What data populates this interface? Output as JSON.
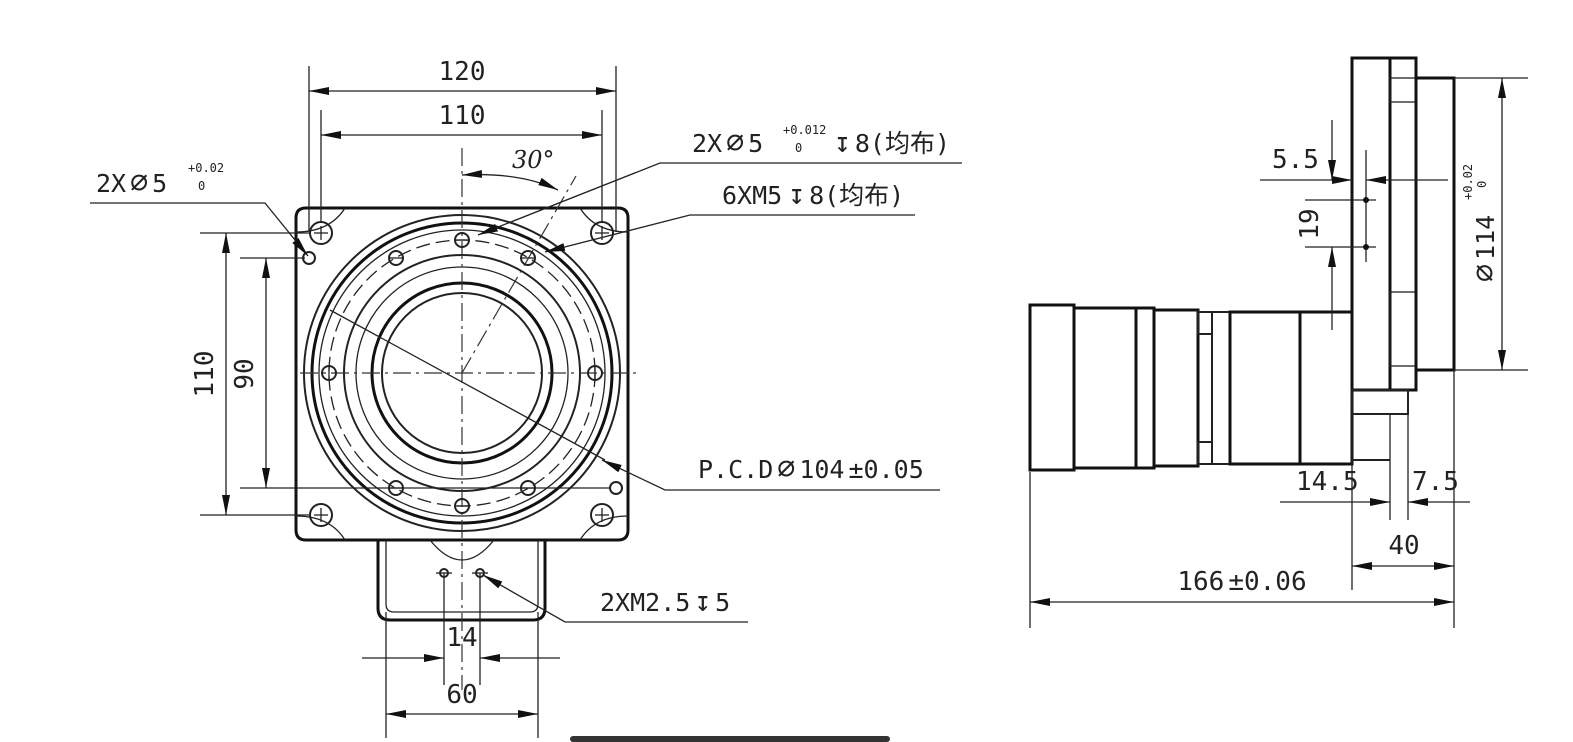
{
  "front_view": {
    "dim_width_outer": "120",
    "dim_width_inner": "110",
    "dim_height_outer": "110",
    "dim_height_inner": "90",
    "angle": "30°",
    "dowel_holes": "2X",
    "dowel_dia": "5",
    "dowel_tol_upper": "+0.02",
    "dowel_tol_lower": "0",
    "output_pin_holes": "2X",
    "output_pin_dia": "5",
    "output_pin_tol_upper": "+0.012",
    "output_pin_tol_lower": "0",
    "output_pin_depth": "8(均布)",
    "tapped_holes": "6XM5",
    "tapped_depth": "8(均布)",
    "pcd_label": "P.C.D",
    "pcd_value": "104",
    "pcd_tol": "±0.05",
    "small_thread": "2XM2.5",
    "small_thread_depth": "5",
    "dim_tab_holes": "14",
    "dim_tab_width": "60"
  },
  "side_view": {
    "dim_offset": "5.5",
    "dim_spacing": "19",
    "dim_pilot_dia": "114",
    "dim_pilot_tol_upper": "+0.02",
    "dim_pilot_tol_lower": "0",
    "dim_flange_a": "14.5",
    "dim_flange_b": "7.5",
    "dim_flange_total": "40",
    "dim_overall": "166",
    "dim_overall_tol": "±0.06"
  },
  "symbols": {
    "diameter": "⌀",
    "depth": "↧"
  }
}
